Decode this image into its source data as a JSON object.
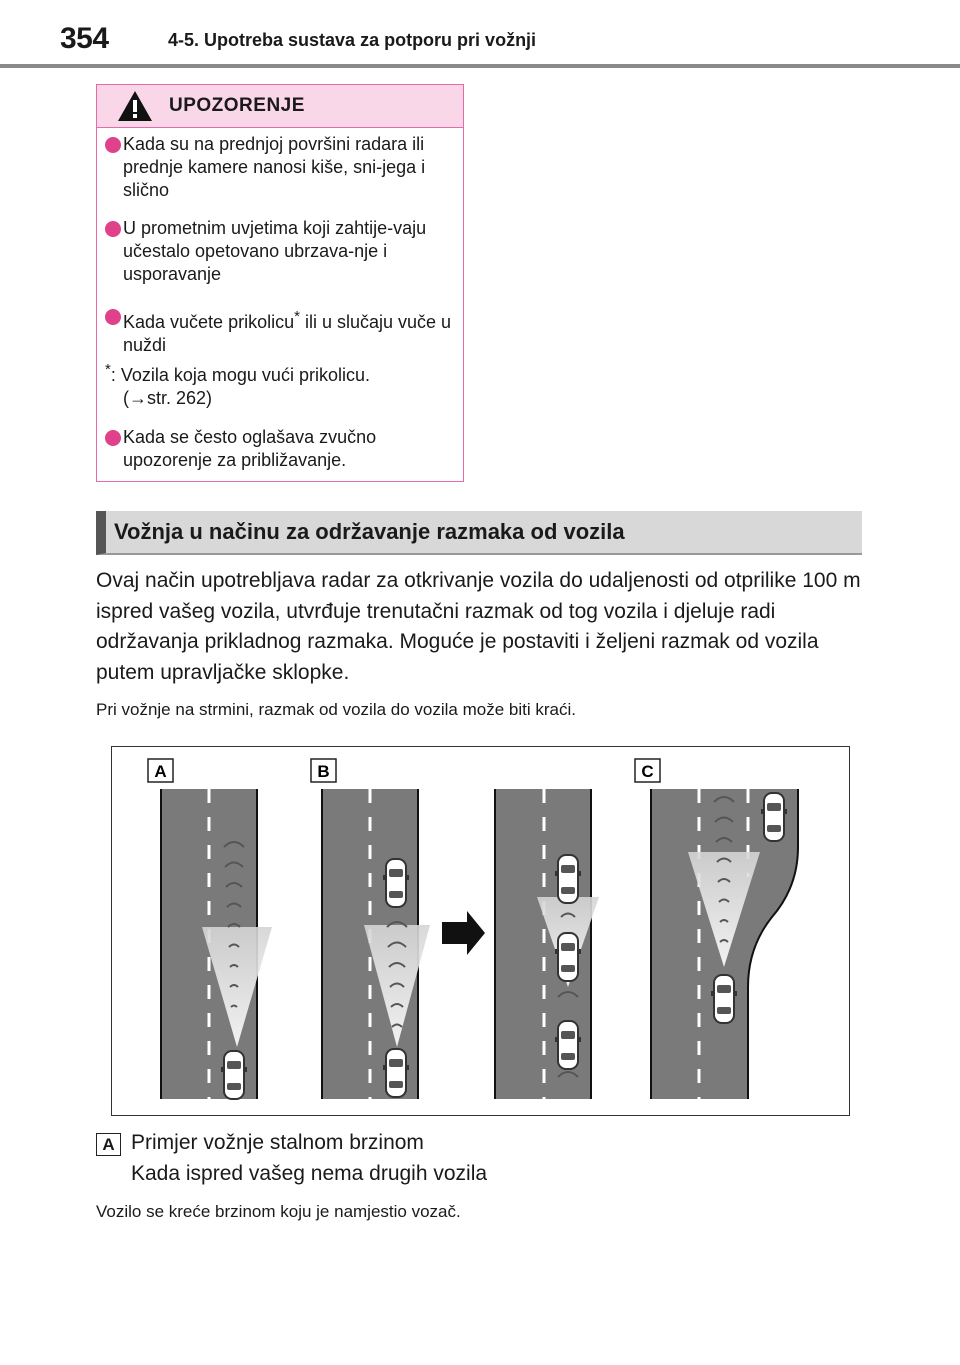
{
  "header": {
    "page_number": "354",
    "chapter": "4-5. Upotreba sustava za potporu pri vožnji"
  },
  "warning": {
    "title": "UPOZORENJE",
    "items": [
      "Kada su na prednjoj površini radara ili prednje kamere nanosi kiše, sni-jega i slično",
      "U prometnim uvjetima koji zahtije-vaju učestalo opetovano ubrzava-nje i usporavanje",
      "Kada vučete prikolicu"
    ],
    "item3_sup": "*",
    "item3_tail": " ili u slučaju vuče u nuždi",
    "footnote_mark": "*",
    "footnote_text": ": Vozila koja mogu vući prikolicu.",
    "footnote_ref": "(→str. 262)",
    "item4": "Kada se često oglašava zvučno upozorenje za približavanje."
  },
  "section": {
    "title": "Vožnja u načinu za održavanje razmaka od vozila",
    "paragraph": "Ovaj način upotrebljava radar za otkrivanje vozila do udaljenosti od otprilike 100 m ispred vašeg vozila, utvrđuje trenutačni razmak od tog vozila i djeluje radi održavanja prikladnog razmaka. Moguće je postaviti i željeni razmak od vozila putem upravljačke sklopke.",
    "note": "Pri vožnje na strmini, razmak od vozila do vozila može biti kraći."
  },
  "figure": {
    "labels": [
      "A",
      "B",
      "C"
    ]
  },
  "legend": {
    "badge": "A",
    "line1": "Primjer vožnje stalnom brzinom",
    "line2": "Kada ispred vašeg nema drugih vozila",
    "line3": "Vozilo se kreće brzinom koju je namjestio vozač."
  }
}
